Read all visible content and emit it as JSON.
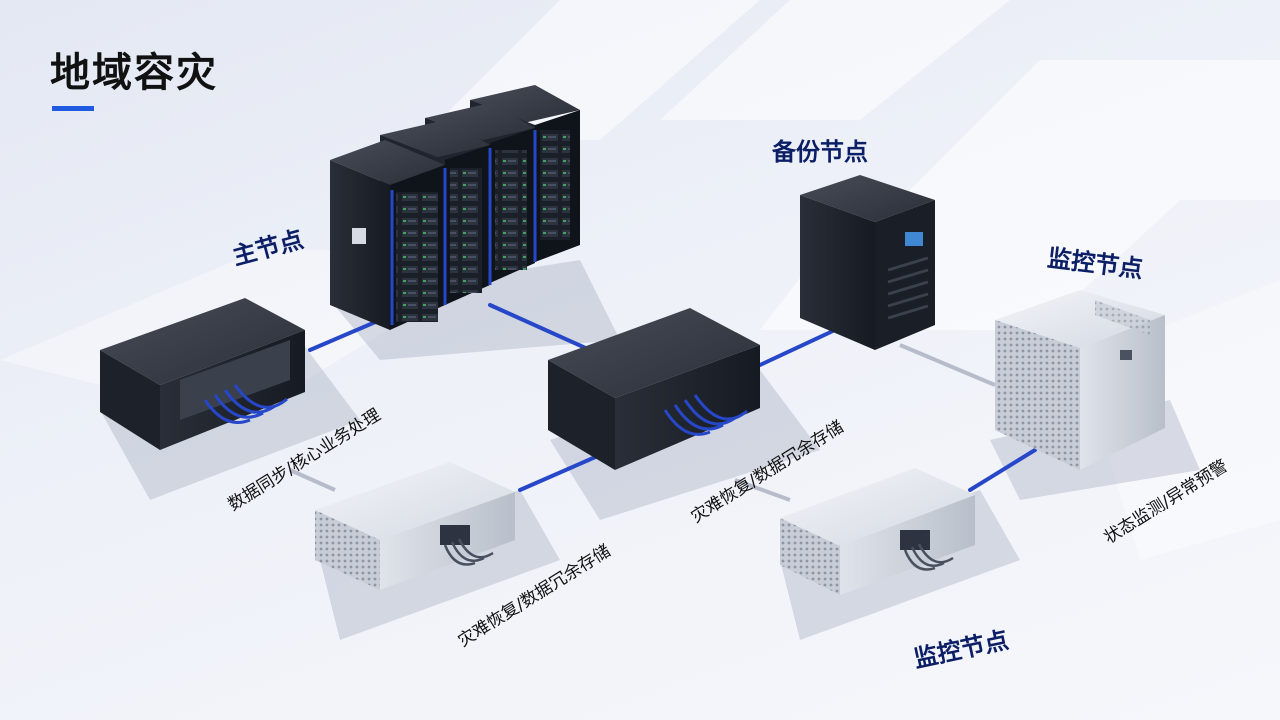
{
  "title": "地域容灾",
  "labels": {
    "primary_node": "主节点",
    "backup_node": "备份节点",
    "monitor_node_top": "监控节点",
    "monitor_node_bottom": "监控节点",
    "desc_primary": "数据同步/核心业务处理",
    "desc_center": "灾难恢复/数据冗余存储",
    "desc_backup_unit": "灾难恢复/数据冗余存储",
    "desc_monitor": "状态监测/异常预警"
  },
  "colors": {
    "accent": "#1f5ae0",
    "cable": "#2747c9",
    "label_blue": "#0c1f66"
  }
}
